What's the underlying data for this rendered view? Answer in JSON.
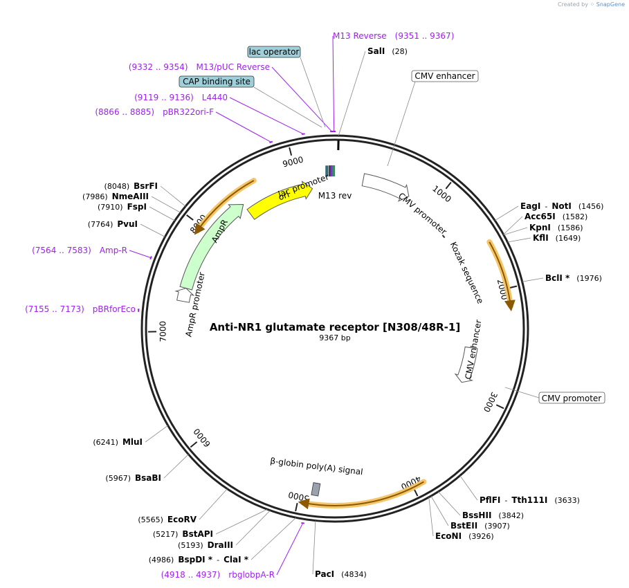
{
  "credit": {
    "prefix": "Created by",
    "brand": "SnapGene"
  },
  "plasmid": {
    "name": "Anti-NR1 glutamate receptor [N308/48R-1]",
    "length_label": "9367 bp",
    "length": 9367
  },
  "ticks": [
    {
      "bp": 1000,
      "label": "1000"
    },
    {
      "bp": 2000,
      "label": "2000"
    },
    {
      "bp": 3000,
      "label": "3000"
    },
    {
      "bp": 4000,
      "label": "4000"
    },
    {
      "bp": 5000,
      "label": "5000"
    },
    {
      "bp": 6000,
      "label": "6000"
    },
    {
      "bp": 7000,
      "label": "7000"
    },
    {
      "bp": 8000,
      "label": "8000"
    },
    {
      "bp": 9000,
      "label": "9000"
    }
  ],
  "enzymes": [
    {
      "name": "SalI",
      "pos": "(28)",
      "bp": 28
    },
    {
      "name": "EagI",
      "sep": "-",
      "name2": "NotI",
      "pos": "(1456)",
      "bp": 1456
    },
    {
      "name": "Acc65I",
      "pos": "(1582)",
      "bp": 1582
    },
    {
      "name": "KpnI",
      "pos": "(1586)",
      "bp": 1586
    },
    {
      "name": "KflI",
      "pos": "(1649)",
      "bp": 1649
    },
    {
      "name": "BclI *",
      "pos": "(1976)",
      "bp": 1976
    },
    {
      "name": "PflFI",
      "sep": "-",
      "name2": "Tth111I",
      "pos": "(3633)",
      "bp": 3633
    },
    {
      "name": "BssHII",
      "pos": "(3842)",
      "bp": 3842
    },
    {
      "name": "BstEII",
      "pos": "(3907)",
      "bp": 3907
    },
    {
      "name": "EcoNI",
      "pos": "(3926)",
      "bp": 3926
    },
    {
      "name": "PacI",
      "pos": "(4834)",
      "bp": 4834
    },
    {
      "name": "BspDI *",
      "sep": "-",
      "name2": "ClaI *",
      "pos": "(4986)",
      "bp": 4986
    },
    {
      "name": "DraIII",
      "pos": "(5193)",
      "bp": 5193
    },
    {
      "name": "BstAPI",
      "pos": "(5217)",
      "bp": 5217
    },
    {
      "name": "EcoRV",
      "pos": "(5565)",
      "bp": 5565
    },
    {
      "name": "BsaBI",
      "pos": "(5967)",
      "bp": 5967
    },
    {
      "name": "MluI",
      "pos": "(6241)",
      "bp": 6241
    },
    {
      "name": "PvuI",
      "pos": "(7764)",
      "bp": 7764
    },
    {
      "name": "FspI",
      "pos": "(7910)",
      "bp": 7910
    },
    {
      "name": "NmeAIII",
      "pos": "(7986)",
      "bp": 7986
    },
    {
      "name": "BsrFI",
      "pos": "(8048)",
      "bp": 8048
    }
  ],
  "primers": [
    {
      "name": "M13 Reverse",
      "range": "(9351 .. 9367)",
      "bp": 9360
    },
    {
      "name": "M13/pUC Reverse",
      "range": "(9332 .. 9354)",
      "bp": 9343
    },
    {
      "name": "L4440",
      "range": "(9119 .. 9136)",
      "bp": 9127
    },
    {
      "name": "pBR322ori-F",
      "range": "(8866 .. 8885)",
      "bp": 8875
    },
    {
      "name": "Amp-R",
      "range": "(7564 .. 7583)",
      "bp": 7573
    },
    {
      "name": "pBRforEco",
      "range": "(7155 .. 7173)",
      "bp": 7164
    },
    {
      "name": "rbglobpA-R",
      "range": "(4918 .. 4937)",
      "bp": 4927
    }
  ],
  "boxed_features": [
    {
      "label": "lac operator",
      "style": "teal"
    },
    {
      "label": "CAP binding site",
      "style": "teal"
    },
    {
      "label": "CMV enhancer",
      "style": "white"
    },
    {
      "label": "CMV promoter",
      "style": "white"
    }
  ],
  "inner_features": {
    "ori": "ori",
    "lac_promoter": "lac promoter",
    "m13_rev": "M13 rev",
    "cmv_promoter": "CMV promoter",
    "kozak": "Kozak sequence",
    "cmv_enhancer": "CMV enhancer",
    "ampr": "AmpR",
    "ampr_promoter": "AmpR promoter",
    "globin": "β-globin poly(A) signal"
  },
  "colors": {
    "primer": "#a020f0",
    "ori": "#ffff00",
    "ampr": "#ccffcc",
    "orf_highlight": "#f5c56a",
    "orf_arrow": "#8b5a00",
    "teal_box": "#9fd0da"
  }
}
